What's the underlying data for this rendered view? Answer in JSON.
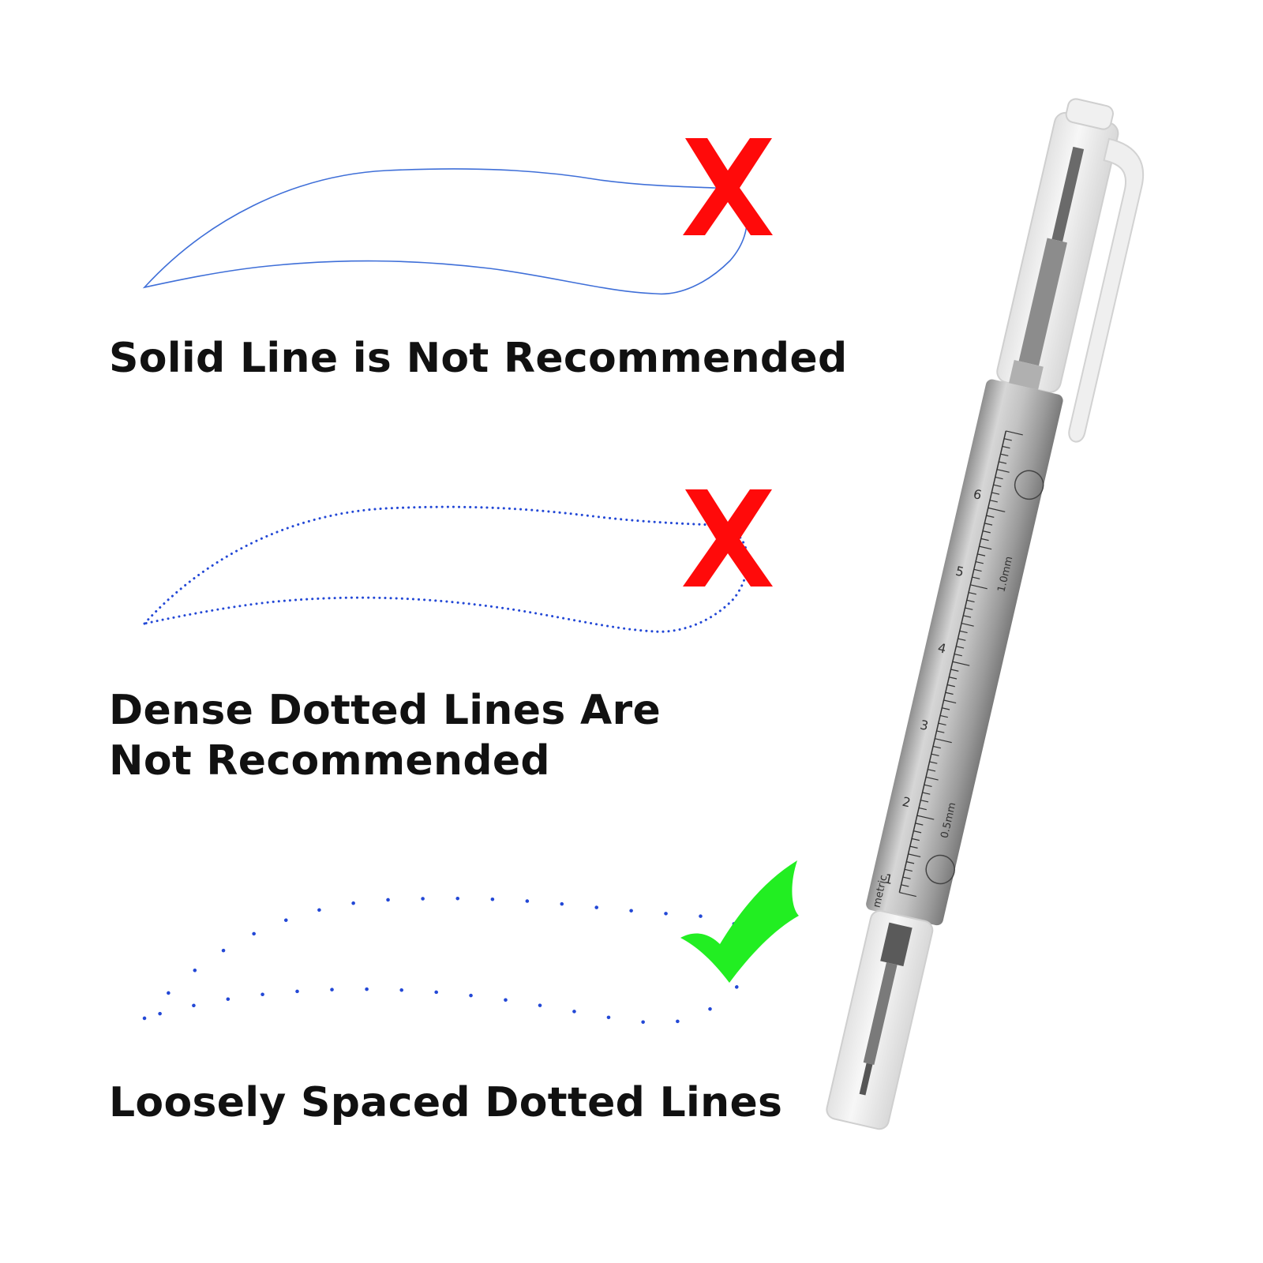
{
  "examples": [
    {
      "caption": "Solid Line is Not Recommended",
      "verdict": "not-recommended",
      "line_style": "solid"
    },
    {
      "caption": "Dense Dotted Lines Are Not Recommended",
      "verdict": "not-recommended",
      "line_style": "dense-dotted"
    },
    {
      "caption": "Loosely Spaced Dotted Lines",
      "verdict": "recommended",
      "line_style": "loose-dotted"
    }
  ],
  "colors": {
    "line": "#3f6fd8",
    "dots": "#2348d6",
    "cross": "#ff0a0a",
    "check": "#22ee22",
    "text": "#111111"
  },
  "pen": {
    "ruler_numbers": [
      "1",
      "2",
      "3",
      "4",
      "5",
      "6"
    ],
    "ruler_label": "metric",
    "tip_labels": [
      "1.0mm",
      "0.5mm"
    ]
  }
}
